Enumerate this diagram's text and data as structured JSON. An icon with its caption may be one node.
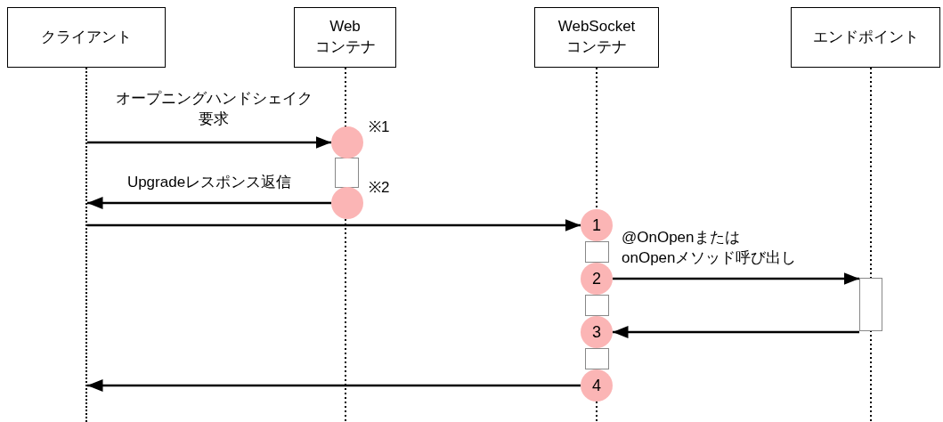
{
  "diagram": {
    "nodes": [
      {
        "text": [
          "クライアント"
        ]
      },
      {
        "text": [
          "Web コンテナ"
        ]
      },
      {
        "text": [
          "WebSocket コンテナ"
        ]
      },
      {
        "text": [
          "エンドポイント"
        ]
      },
      {
        "text": [],
        "shape": "line"
      },
      {
        "text": [],
        "shape": "bar"
      },
      {
        "text": [],
        "shape": "circle",
        "beside": [
          "※1"
        ]
      },
      {
        "text": [],
        "shape": "circle",
        "beside": [
          "※2"
        ]
      },
      {
        "text": [],
        "shape": "bar"
      },
      {
        "text": [
          "1"
        ]
      },
      {
        "text": [
          "2"
        ]
      },
      {
        "text": [
          "3"
        ]
      },
      {
        "text": [
          "4"
        ]
      },
      {
        "text": [],
        "shape": "box"
      },
      {
        "text": [],
        "shape": "bar"
      },
      {
        "text": [],
        "shape": "bar"
      }
    ],
    "edges": [
      {
        "from": 4,
        "to": 6,
        "arrow": "to",
        "label": "オープニングハンドシェイク要求"
      },
      {
        "from": 7,
        "to": 4,
        "arrow": "to",
        "label": "Upgradeレスポンス返信"
      },
      {
        "from": 4,
        "to": 9,
        "arrow": "to"
      },
      {
        "from": 10,
        "to": 13,
        "arrow": "to",
        "label": "@OnOpenまたは onOpenメソッド呼び出し"
      },
      {
        "from": 13,
        "to": 11,
        "arrow": "to"
      },
      {
        "from": 12,
        "to": 4,
        "arrow": "to"
      }
    ]
  }
}
